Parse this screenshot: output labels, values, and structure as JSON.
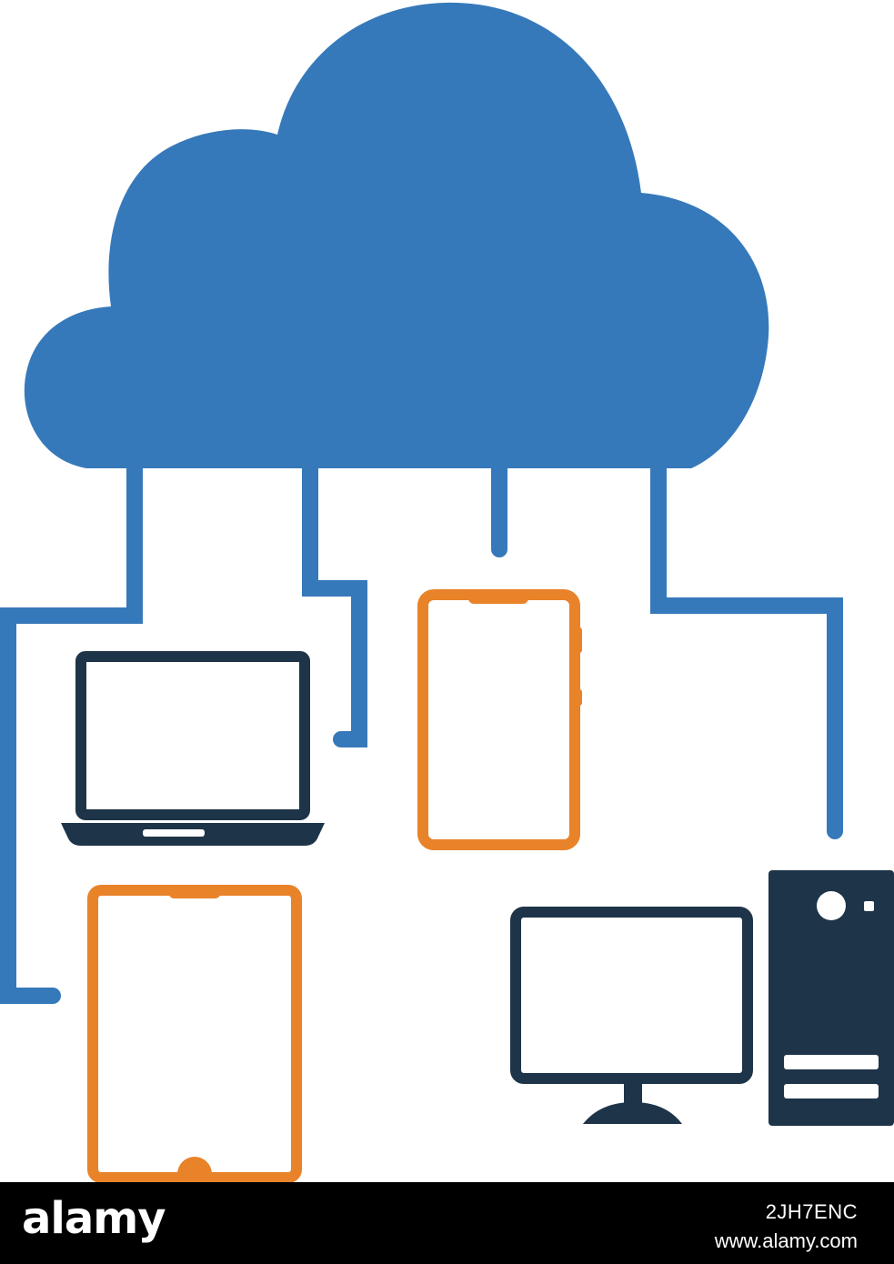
{
  "illustration": {
    "cloud_icon": "cloud-icon",
    "devices": [
      "laptop-icon",
      "smartphone-icon",
      "tablet-icon",
      "desktop-monitor-icon",
      "pc-tower-icon"
    ],
    "colors": {
      "cloud": "#3679ba",
      "dark_device": "#1e3448",
      "orange_device": "#e8832a",
      "background": "#ffffff"
    }
  },
  "footer": {
    "brand": "alamy",
    "image_id": "2JH7ENC",
    "url": "www.alamy.com",
    "background": "#000000",
    "text_color": "#ffffff"
  }
}
